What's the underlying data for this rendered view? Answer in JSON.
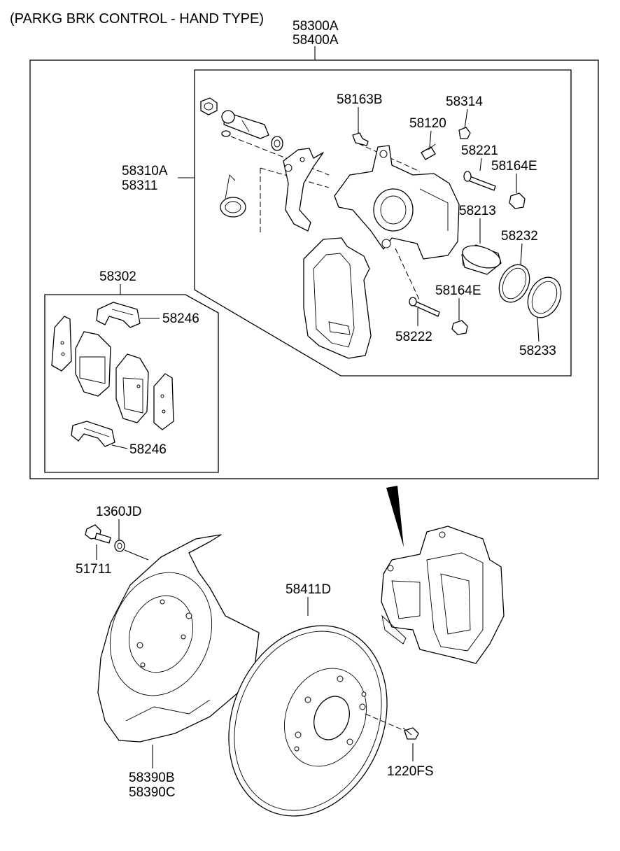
{
  "title": "(PARKG BRK CONTROL - HAND TYPE)",
  "labels": {
    "l58300A": "58300A",
    "l58400A": "58400A",
    "l58163B": "58163B",
    "l58314": "58314",
    "l58120": "58120",
    "l58221": "58221",
    "l58164E_a": "58164E",
    "l58310A": "58310A",
    "l58311": "58311",
    "l58213": "58213",
    "l58232": "58232",
    "l58164E_b": "58164E",
    "l58222": "58222",
    "l58233": "58233",
    "l58302": "58302",
    "l58246_a": "58246",
    "l58246_b": "58246",
    "l1360JD": "1360JD",
    "l51711": "51711",
    "l58411D": "58411D",
    "l58390B": "58390B",
    "l58390C": "58390C",
    "l1220FS": "1220FS"
  }
}
